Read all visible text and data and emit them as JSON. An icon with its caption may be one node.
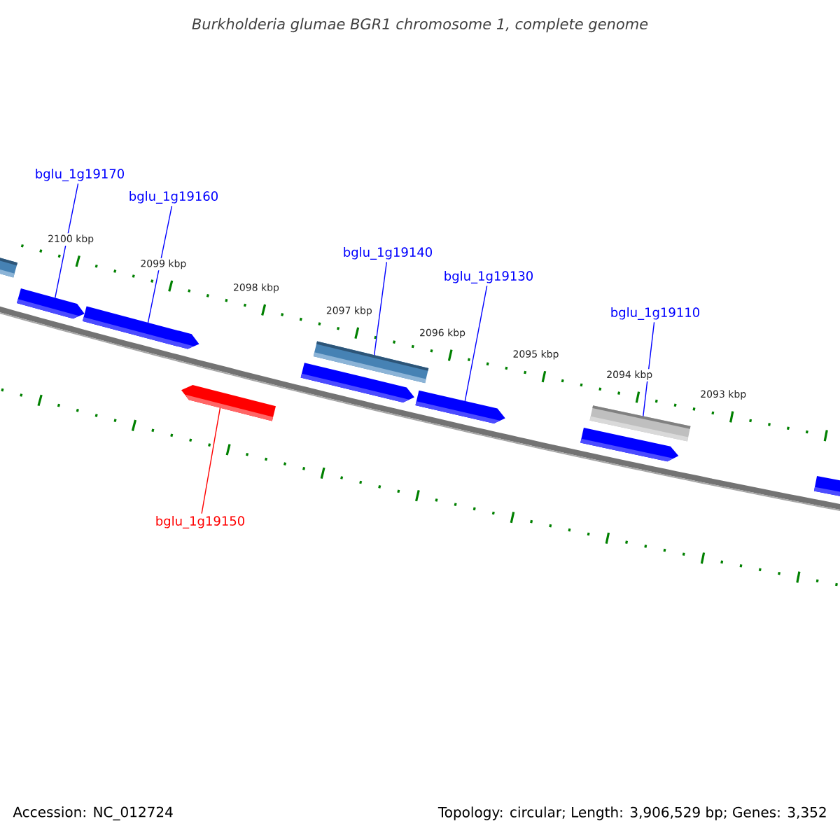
{
  "diagram": {
    "title": "Burkholderia glumae BGR1 chromosome 1, complete genome",
    "nodes": [
      {
        "text": [
          "bglu_1g19170"
        ]
      },
      {
        "text": [
          "bglu_1g19160"
        ]
      },
      {
        "text": [
          "bglu_1g19140"
        ]
      },
      {
        "text": [
          "bglu_1g19130"
        ]
      },
      {
        "text": [
          "bglu_1g19110"
        ]
      },
      {
        "text": [
          "bglu_1g19150"
        ]
      },
      {
        "text": [],
        "shape": "box"
      },
      {
        "text": [],
        "shape": "pentagon"
      },
      {
        "text": [],
        "shape": "pentagon"
      },
      {
        "text": [],
        "shape": "pentagon"
      },
      {
        "text": [],
        "shape": "pentagon"
      },
      {
        "text": [],
        "shape": "box"
      },
      {
        "text": [],
        "shape": "pentagon"
      },
      {
        "text": [],
        "shape": "pentagon"
      },
      {
        "text": [],
        "shape": "box"
      },
      {
        "text": [],
        "shape": "pentagon"
      }
    ],
    "edges": [
      {
        "from": 0,
        "to": 7,
        "arrow": "none"
      },
      {
        "from": 1,
        "to": 8,
        "arrow": "none"
      },
      {
        "from": 2,
        "to": 11,
        "arrow": "none"
      },
      {
        "from": 3,
        "to": 12,
        "arrow": "none"
      },
      {
        "from": 4,
        "to": 14,
        "arrow": "none"
      },
      {
        "from": 5,
        "to": 9,
        "arrow": "none",
        "color": "#ff0000"
      }
    ],
    "labels": [
      "2100 kbp",
      "2099 kbp",
      "2098 kbp",
      "2097 kbp",
      "2096 kbp",
      "2095 kbp",
      "2094 kbp",
      "2093 kbp",
      "Accession: NC_012724",
      "Topology: circular; Length: 3,906,529 bp; Genes: 3,352"
    ]
  }
}
